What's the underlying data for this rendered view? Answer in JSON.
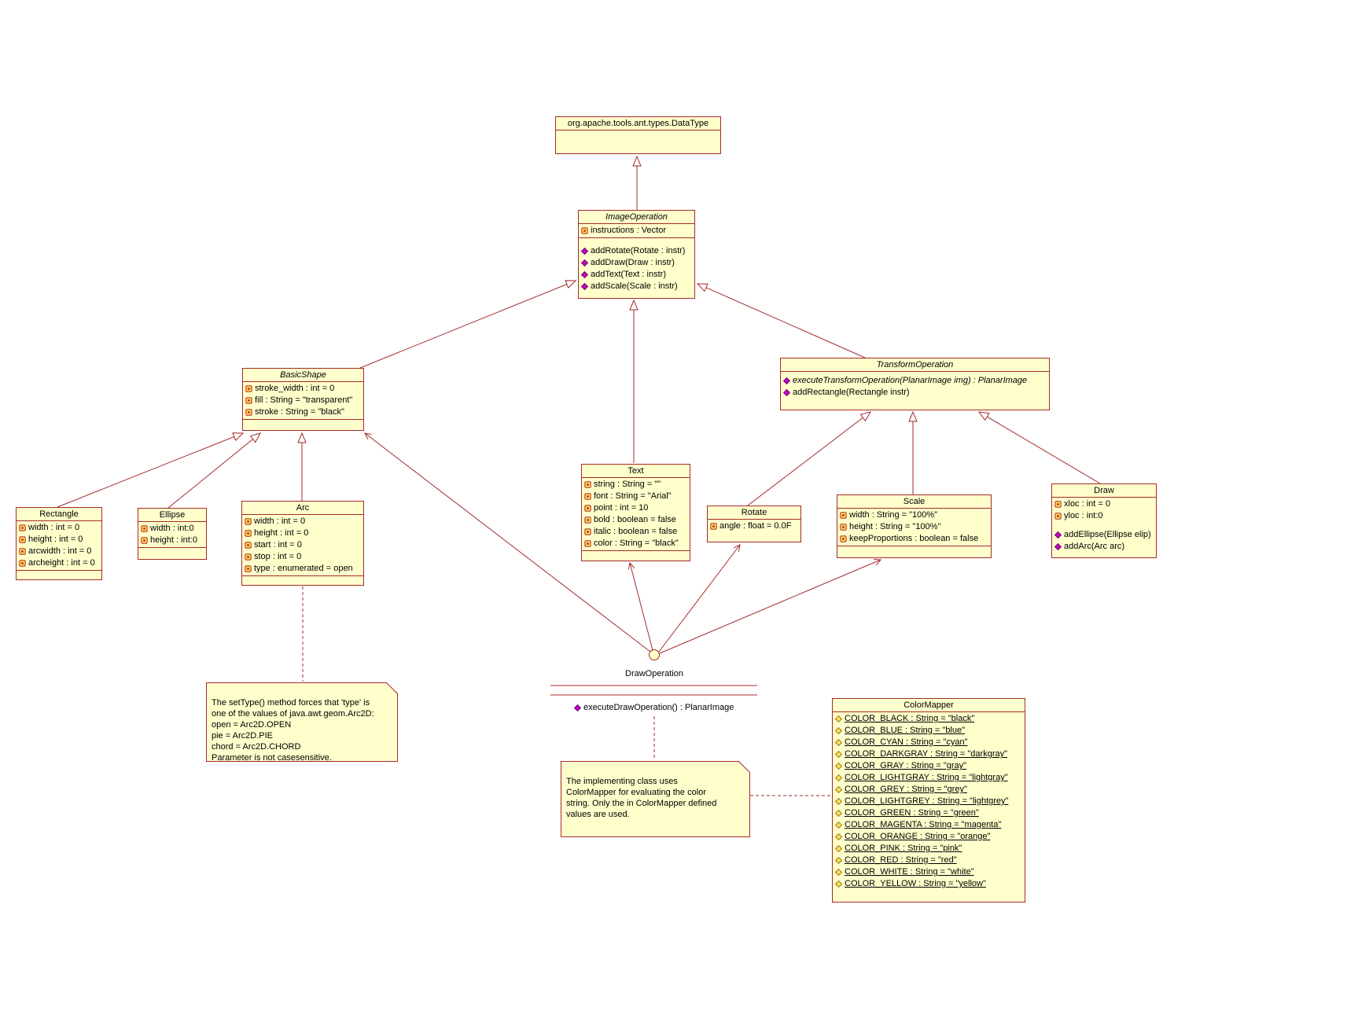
{
  "diagram": {
    "kind": "uml-class-diagram",
    "colors": {
      "box_fill": "#FFFFCC",
      "line": "#A52A2A",
      "text": "#000000",
      "method_icon": "#CC00CC",
      "attribute_icon": "#FFD24D",
      "static_icon": "#FFDE5A"
    },
    "icons": {
      "attribute": "key-icon",
      "method": "diamond-icon",
      "static_attribute": "diamond-outline-icon",
      "interface": "lollipop-circle-icon",
      "note": "folded-corner-icon"
    }
  },
  "classes": {
    "datatype": {
      "name": "org.apache.tools.ant.types.DataType",
      "attributes": [],
      "methods": []
    },
    "image_operation": {
      "name": "ImageOperation",
      "attributes": [
        "instructions : Vector"
      ],
      "methods": [
        "addRotate(Rotate : instr)",
        "addDraw(Draw : instr)",
        "addText(Text : instr)",
        "addScale(Scale : instr)"
      ]
    },
    "basic_shape": {
      "name": "BasicShape",
      "attributes": [
        "stroke_width : int = 0",
        "fill : String = \"transparent\"",
        "stroke : String = \"black\""
      ]
    },
    "transform_operation": {
      "name": "TransformOperation",
      "methods": [
        {
          "text": "executeTransformOperation(PlanarImage img) : PlanarImage",
          "italic": true
        },
        "addRectangle(Rectangle instr)"
      ]
    },
    "rectangle": {
      "name": "Rectangle",
      "attributes": [
        "width : int = 0",
        "height : int = 0",
        "arcwidth : int = 0",
        "archeight : int = 0"
      ]
    },
    "ellipse": {
      "name": "Ellipse",
      "attributes": [
        "width : int:0",
        "height : int:0"
      ]
    },
    "arc": {
      "name": "Arc",
      "attributes": [
        "width : int = 0",
        "height : int = 0",
        "start : int = 0",
        "stop : int = 0",
        "type : enumerated = open"
      ]
    },
    "text": {
      "name": "Text",
      "attributes": [
        "string : String = \"\"",
        "font : String = \"Arial\"",
        "point : int = 10",
        "bold : boolean = false",
        "italic : boolean = false",
        "color : String = \"black\""
      ]
    },
    "rotate": {
      "name": "Rotate",
      "attributes": [
        "angle : float = 0.0F"
      ]
    },
    "scale": {
      "name": "Scale",
      "attributes": [
        "width : String = \"100%\"",
        "height : String = \"100%\"",
        "keepProportions : boolean = false"
      ]
    },
    "draw": {
      "name": "Draw",
      "attributes": [
        "xloc : int = 0",
        "yloc : int:0"
      ],
      "methods": [
        "addEllipse(Ellipse elip)",
        "addArc(Arc arc)"
      ]
    },
    "colormapper": {
      "name": "ColorMapper",
      "attributes": [
        "COLOR_BLACK : String = \"black\"",
        "COLOR_BLUE : String = \"blue\"",
        "COLOR_CYAN : String = \"cyan\"",
        "COLOR_DARKGRAY : String = \"darkgray\"",
        "COLOR_GRAY : String = \"gray\"",
        "COLOR_LIGHTGRAY : String = \"lightgray\"",
        "COLOR_GREY : String = \"grey\"",
        "COLOR_LIGHTGREY : String = \"lightgrey\"",
        "COLOR_GREEN : String = \"green\"",
        "COLOR_MAGENTA : String = \"magenta\"",
        "COLOR_ORANGE : String = \"orange\"",
        "COLOR_PINK : String = \"pink\"",
        "COLOR_RED : String = \"red\"",
        "COLOR_WHITE : String = \"white\"",
        "COLOR_YELLOW : String = \"yellow\""
      ]
    }
  },
  "interface_lollipop": {
    "name": "DrawOperation",
    "methods": [
      "executeDrawOperation() : PlanarImage"
    ]
  },
  "notes": {
    "arc_note": {
      "text": "The setType() method forces that 'type' is\none of the values of java.awt.geom.Arc2D:\nopen = Arc2D.OPEN\npie = Arc2D.PIE\nchord = Arc2D.CHORD\nParameter is not casesensitive."
    },
    "colormapper_note": {
      "text": "The implementing class uses\nColorMapper for evaluating the color\nstring. Only the in ColorMapper defined\nvalues are used."
    }
  }
}
